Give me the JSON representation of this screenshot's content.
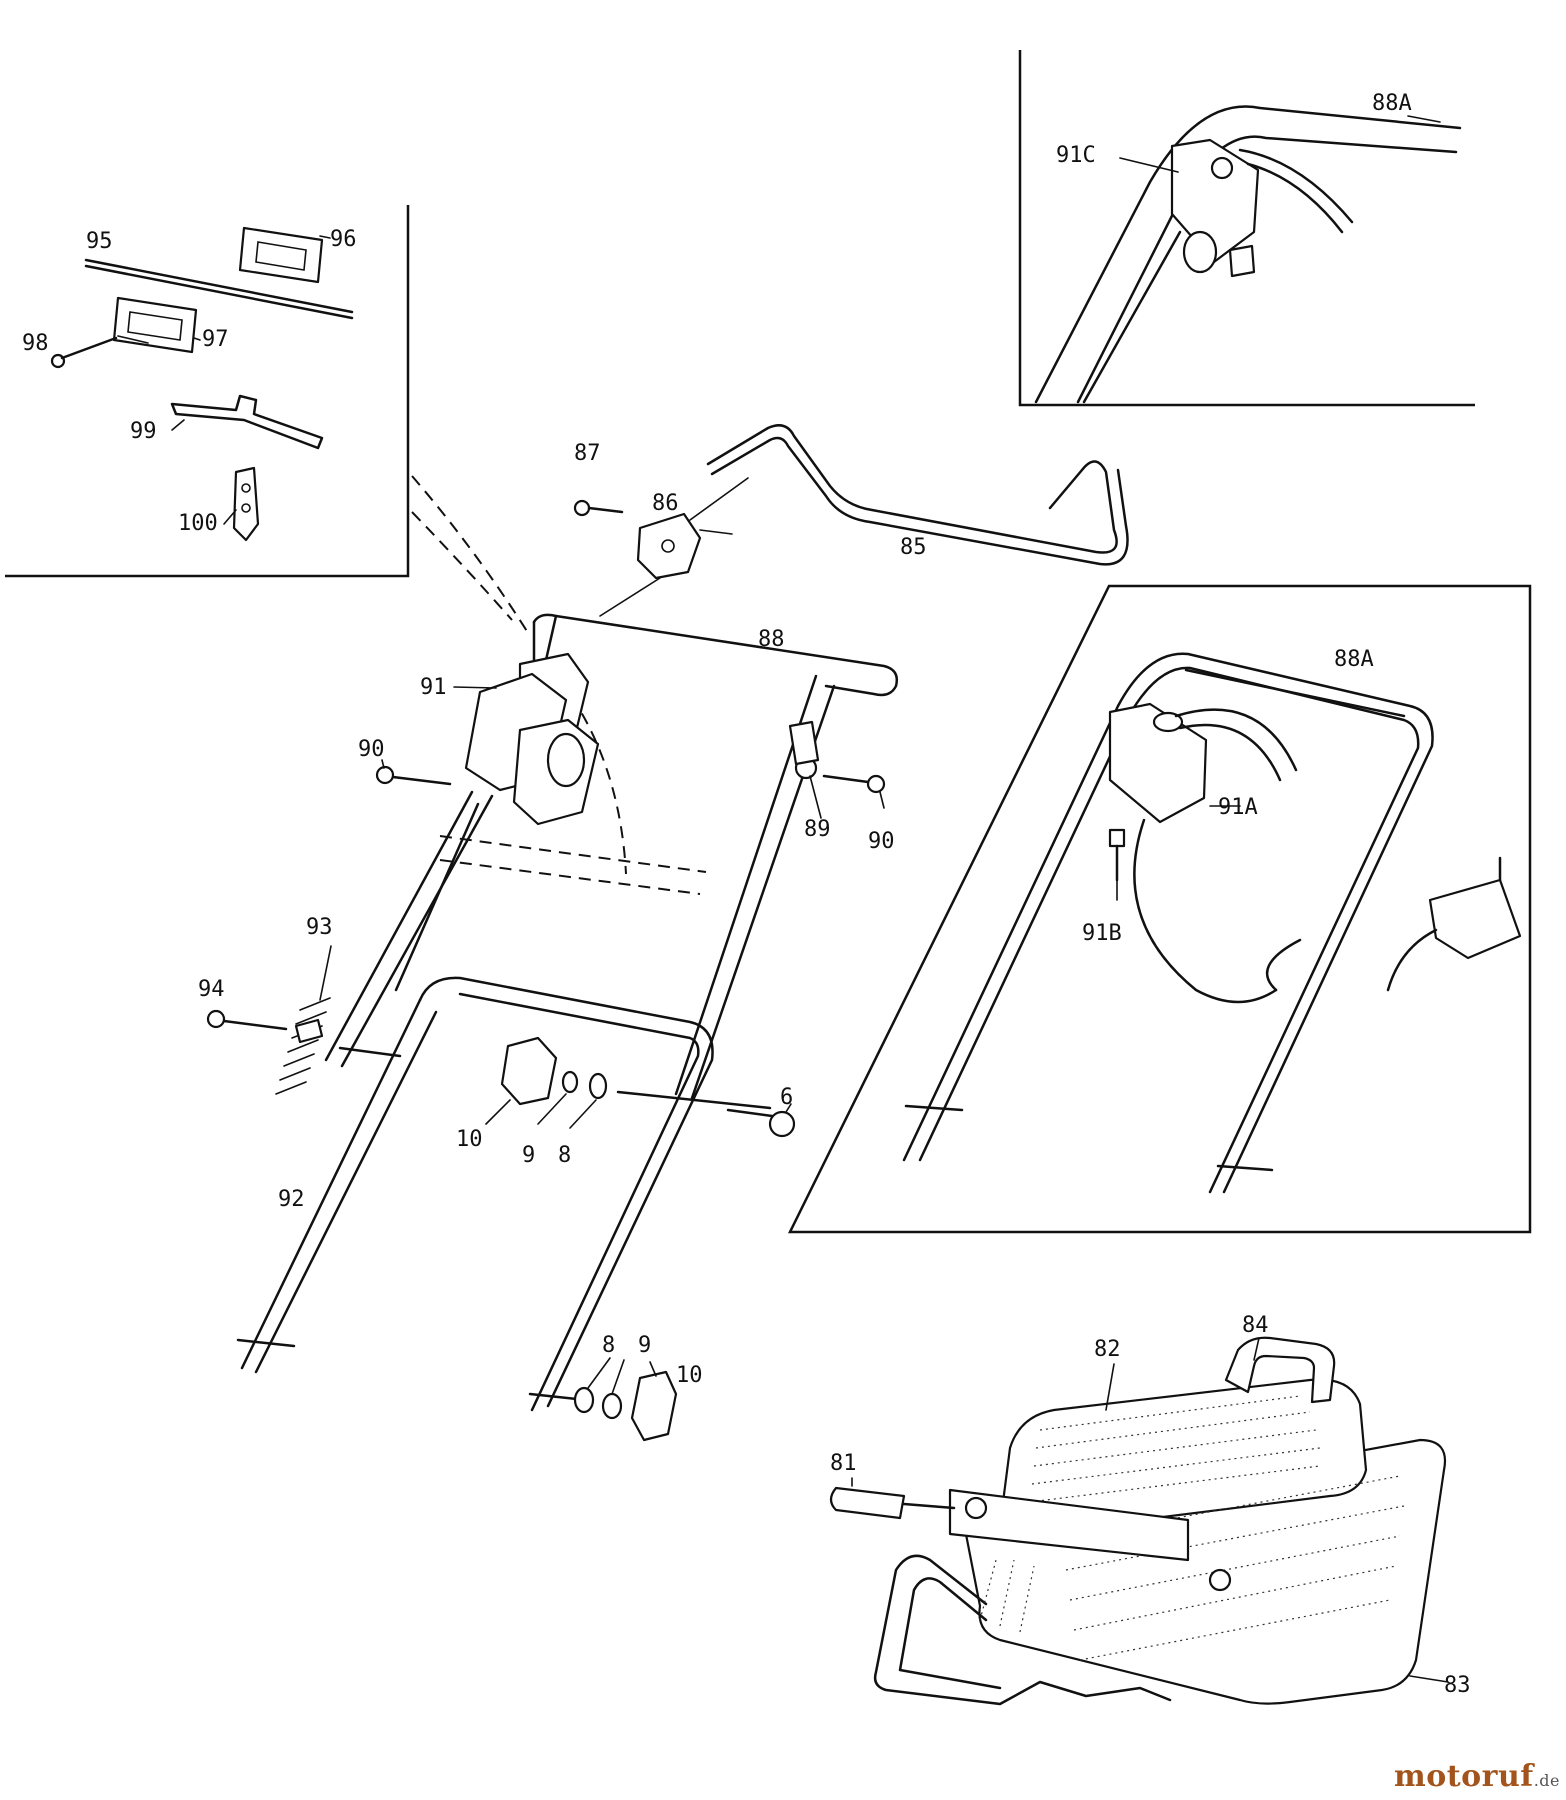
{
  "labels": {
    "l81": "81",
    "l82": "82",
    "l83": "83",
    "l84": "84",
    "l85": "85",
    "l86": "86",
    "l87": "87",
    "l88": "88",
    "l88a_top": "88A",
    "l88a_right": "88A",
    "l89": "89",
    "l90_left": "90",
    "l90_right": "90",
    "l91": "91",
    "l91a": "91A",
    "l91b": "91B",
    "l91c": "91C",
    "l92": "92",
    "l93": "93",
    "l94": "94",
    "l95": "95",
    "l96": "96",
    "l97": "97",
    "l98": "98",
    "l99": "99",
    "l100": "100",
    "l6": "6",
    "l8_upper": "8",
    "l8_lower": "8",
    "l9_upper": "9",
    "l9_lower": "9",
    "l10_upper": "10",
    "l10_lower": "10"
  },
  "watermark": {
    "brand": "motoruf",
    "tld": ".de"
  }
}
